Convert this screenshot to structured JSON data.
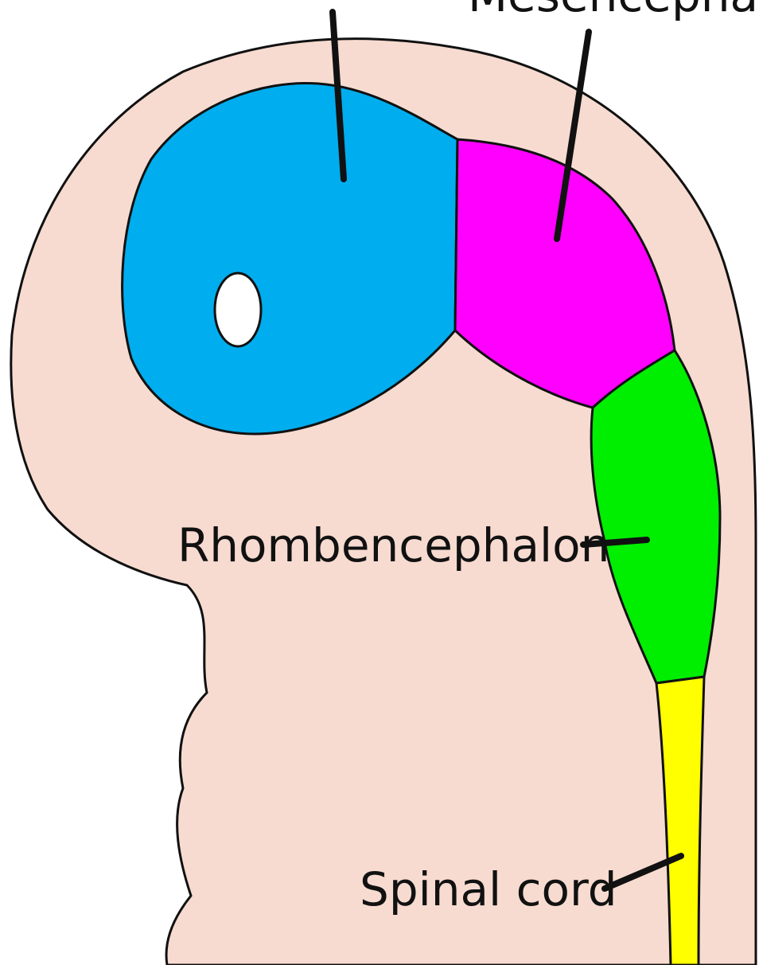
{
  "labels": {
    "top_left_partial": "",
    "top_right_partial": "Mesencephalo",
    "rhombencephalon": "Rhombencephalon",
    "spinal_cord": "Spinal cord"
  },
  "colors": {
    "background": "#ffffff",
    "embryo_body": "#f7dbd0",
    "prosencephalon": "#00adee",
    "mesencephalon": "#ff00ff",
    "rhombencephalon": "#00ee00",
    "spinal_cord": "#ffff00",
    "eye": "#ffffff",
    "outline": "#111111"
  }
}
